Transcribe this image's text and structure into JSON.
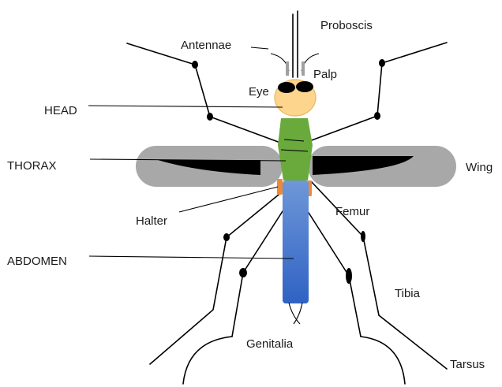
{
  "labels": {
    "proboscis": "Proboscis",
    "antennae": "Antennae",
    "palp": "Palp",
    "eye": "Eye",
    "head": "HEAD",
    "thorax": "THORAX",
    "wing": "Wing",
    "halter": "Halter",
    "femur": "Femur",
    "abdomen": "ABDOMEN",
    "tibia": "Tibia",
    "genitalia": "Genitalia",
    "tarsus": "Tarsus"
  },
  "colors": {
    "head": "#fdd58c",
    "head_stroke": "#e8b860",
    "thorax": "#6aaa3c",
    "abdomen_light": "#6f97d8",
    "abdomen_dark": "#2f62c4",
    "wing_body": "#a8a8a8",
    "wing_vein": "#000000",
    "halter": "#ea8a3a",
    "eye": "#000000"
  }
}
